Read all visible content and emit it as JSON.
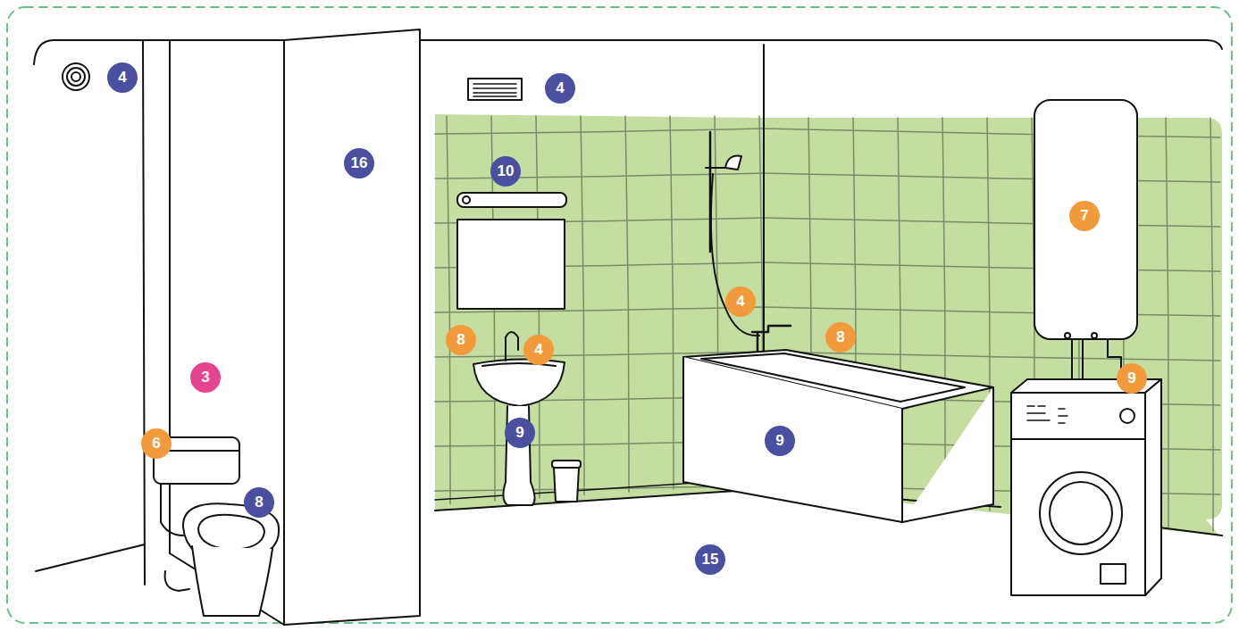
{
  "diagram": {
    "labels": [
      "4",
      "4",
      "16",
      "10",
      "7",
      "4",
      "8",
      "8",
      "4",
      "3",
      "9",
      "6",
      "9",
      "9",
      "8",
      "15"
    ]
  }
}
